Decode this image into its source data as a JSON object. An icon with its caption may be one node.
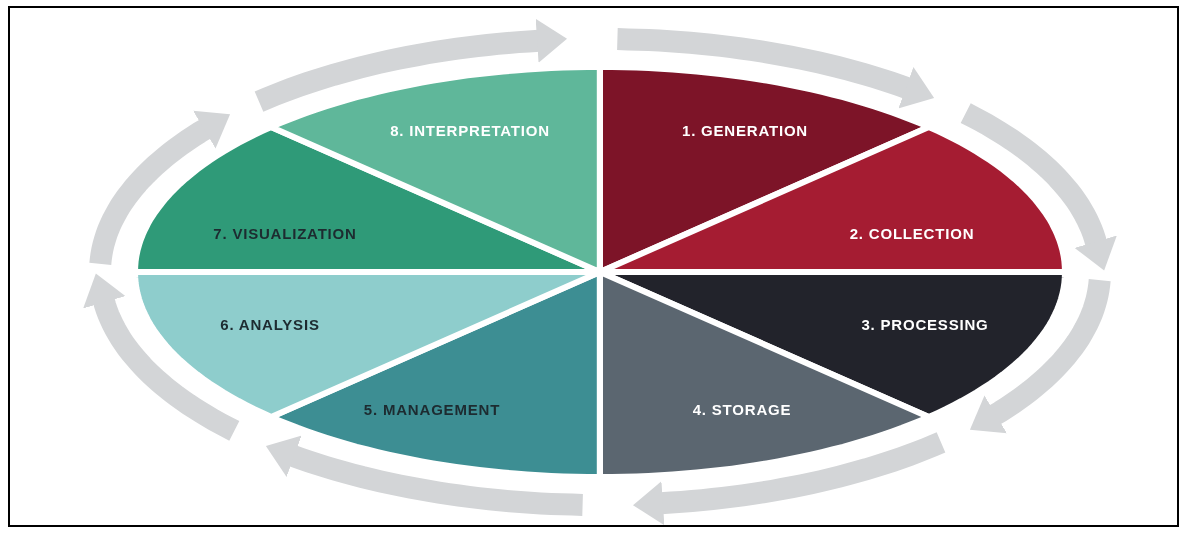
{
  "diagram": {
    "nodes": [
      {
        "text": [
          "1. GENERATION"
        ]
      },
      {
        "text": [
          "2. COLLECTION"
        ]
      },
      {
        "text": [
          "3. PROCESSING"
        ]
      },
      {
        "text": [
          "4. STORAGE"
        ]
      },
      {
        "text": [
          "5. MANAGEMENT"
        ]
      },
      {
        "text": [
          "6. ANALYSIS"
        ]
      },
      {
        "text": [
          "7. VISUALIZATION"
        ]
      },
      {
        "text": [
          "8. INTERPRETATION"
        ]
      }
    ]
  }
}
